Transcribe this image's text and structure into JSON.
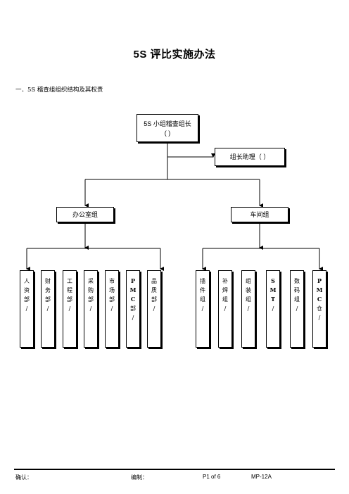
{
  "title": "5S 评比实施办法",
  "section_heading": "一．5S 稽查组组织结构及其权责",
  "chart": {
    "top": {
      "line1": "5S 小组稽查组长",
      "line2": "( )"
    },
    "assistant": "组长助理（ ）",
    "office_group": "办公室组",
    "workshop_group": "车间组",
    "office_depts": [
      [
        "人",
        "资",
        "部",
        "/"
      ],
      [
        "财",
        "务",
        "部",
        "/"
      ],
      [
        "工",
        "程",
        "部",
        "/"
      ],
      [
        "采",
        "购",
        "部",
        "/"
      ],
      [
        "市",
        "场",
        "部",
        "/"
      ],
      [
        "P",
        "M",
        "C",
        "部",
        "/"
      ],
      [
        "品",
        "质",
        "部",
        "/"
      ]
    ],
    "workshop_depts": [
      [
        "插",
        "件",
        "组",
        "/"
      ],
      [
        "补",
        "焊",
        "组",
        "/"
      ],
      [
        "组",
        "装",
        "组",
        "/"
      ],
      [
        "S",
        "M",
        "T",
        "/"
      ],
      [
        "数",
        "码",
        "组",
        "/"
      ],
      [
        "P",
        "M",
        "C",
        "仓",
        "/"
      ]
    ]
  },
  "footer": {
    "confirm": "确认：",
    "prepared": "编制：",
    "page": "P1  of  6",
    "doc_no": "MP-12A"
  }
}
